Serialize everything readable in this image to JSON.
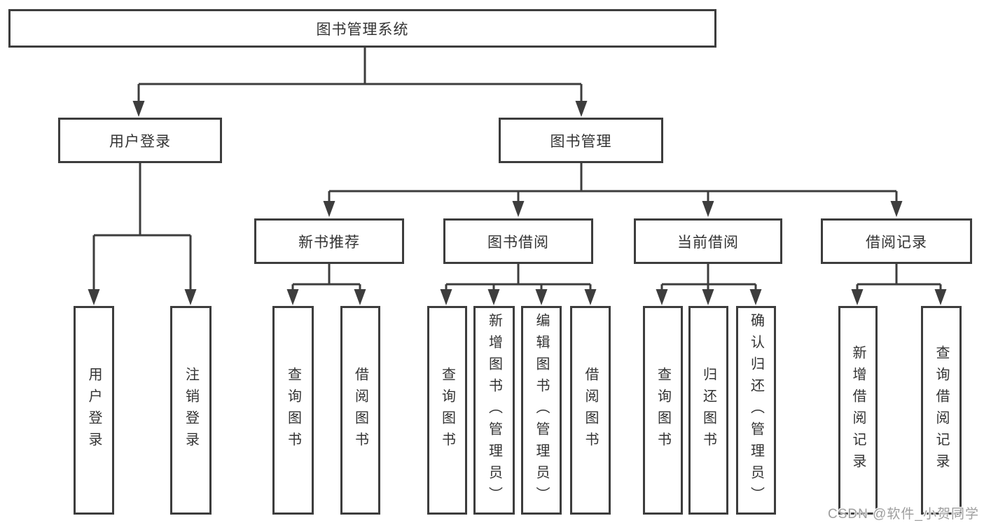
{
  "diagram": {
    "type": "hierarchy-tree",
    "root": {
      "label": "图书管理系统"
    },
    "level2": [
      {
        "label": "用户登录"
      },
      {
        "label": "图书管理"
      }
    ],
    "level3": [
      {
        "label": "新书推荐"
      },
      {
        "label": "图书借阅"
      },
      {
        "label": "当前借阅"
      },
      {
        "label": "借阅记录"
      }
    ],
    "leaves": {
      "user_login": [
        "用户登录",
        "注销登录"
      ],
      "new_book": [
        "查询图书",
        "借阅图书"
      ],
      "book_borrow": [
        "查询图书",
        "新增图书（管理员）",
        "编辑图书（管理员）",
        "借阅图书"
      ],
      "current_borrow": [
        "查询图书",
        "归还图书",
        "确认归还（管理员）"
      ],
      "borrow_record": [
        "新增借阅记录",
        "查询借阅记录"
      ]
    }
  },
  "watermark": "CSDN @软件_小贺同学",
  "colors": {
    "line": "#3d3d3d",
    "box_border": "#3d3d3d",
    "text": "#333333",
    "background": "#ffffff",
    "watermark_text": "#9e9e9e"
  }
}
